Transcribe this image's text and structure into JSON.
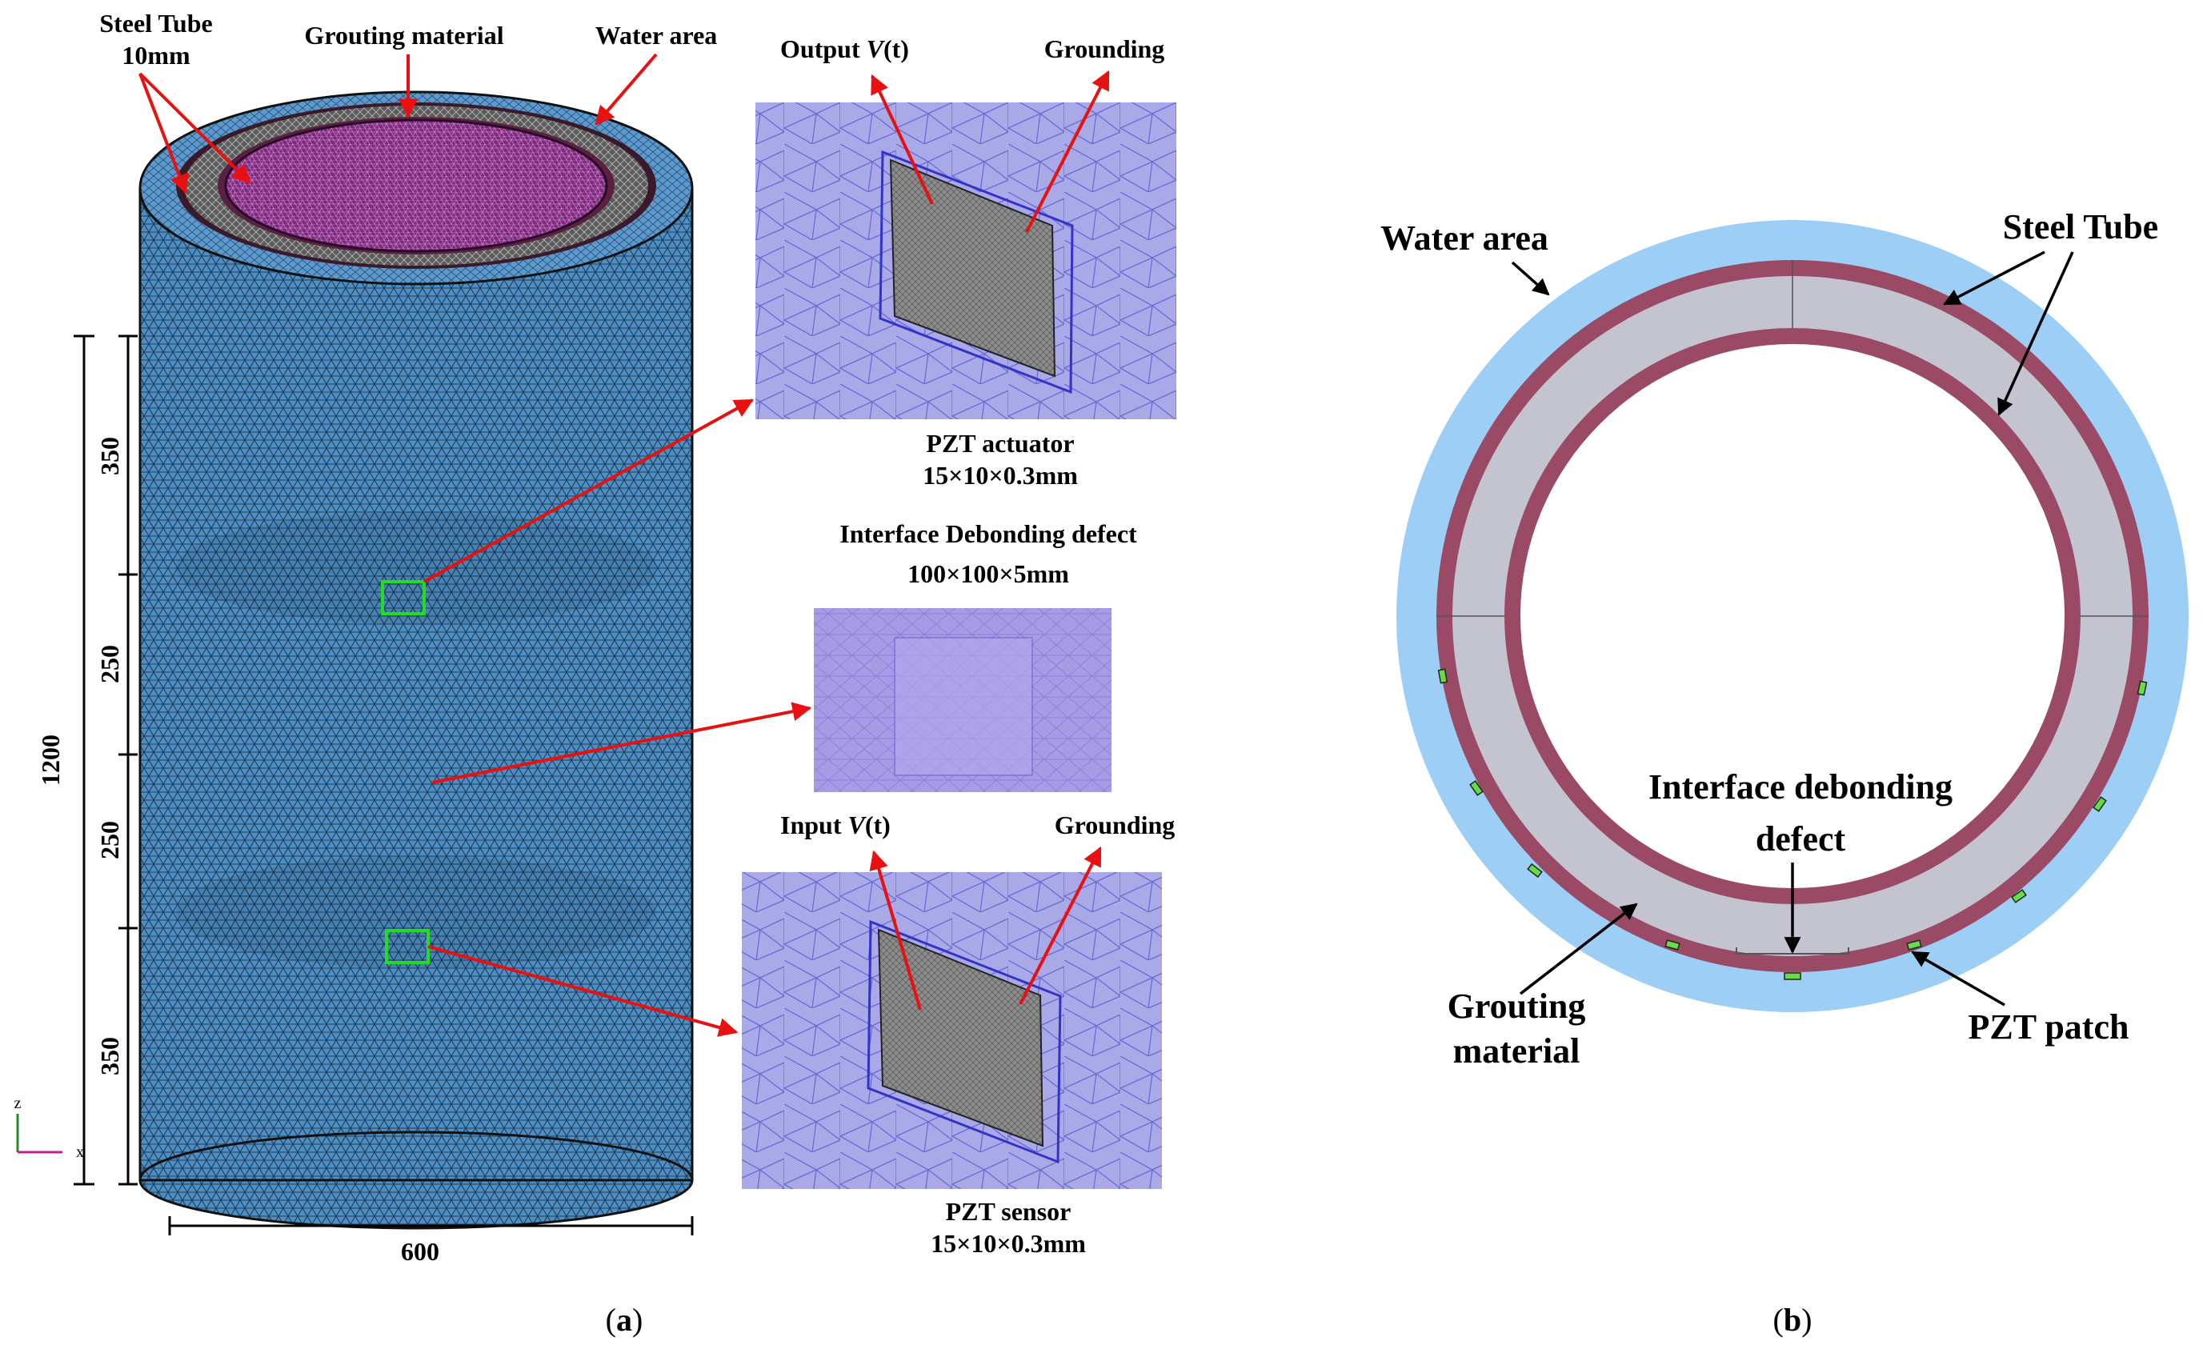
{
  "panel_a": {
    "labels": {
      "steel_tube": "Steel Tube",
      "steel_tube_thickness": "10mm",
      "grouting_material": "Grouting material",
      "water_area": "Water area",
      "output_prefix": "Output ",
      "output_var": "V",
      "output_suffix": "(t)",
      "grounding_top": "Grounding",
      "pzt_actuator": "PZT actuator",
      "pzt_actuator_dims": "15×10×0.3mm",
      "defect_title": "Interface Debonding defect",
      "defect_dims": "100×100×5mm",
      "input_prefix": "Input ",
      "input_var": "V",
      "input_suffix": "(t)",
      "grounding_bottom": "Grounding",
      "pzt_sensor": "PZT sensor",
      "pzt_sensor_dims": "15×10×0.3mm"
    },
    "dimensions": {
      "total_height": "1200",
      "seg1": "350",
      "seg2": "250",
      "seg3": "250",
      "seg4": "350",
      "width": "600"
    },
    "axes": {
      "z": "z",
      "x": "x"
    },
    "caption": "(a)"
  },
  "panel_b": {
    "labels": {
      "water_area": "Water area",
      "steel_tube": "Steel Tube",
      "defect_line1": "Interface debonding",
      "defect_line2": "defect",
      "grouting_line1": "Grouting",
      "grouting_line2": "material",
      "pzt_patch": "PZT patch"
    },
    "caption": "(b)"
  },
  "colors": {
    "mesh_blue": "#4d8fc4",
    "inner_purple": "#7a2c7a",
    "zoom_bg": "#a9a9e8",
    "pzt_gray": "#8c8c8c",
    "water_blue": "#9dcff6",
    "grout_gray": "#c4c4d0",
    "steel_red": "#9a4a64",
    "patch_green": "#66dd44",
    "arrow_red": "#e81010",
    "marker_green": "#22dd22"
  }
}
